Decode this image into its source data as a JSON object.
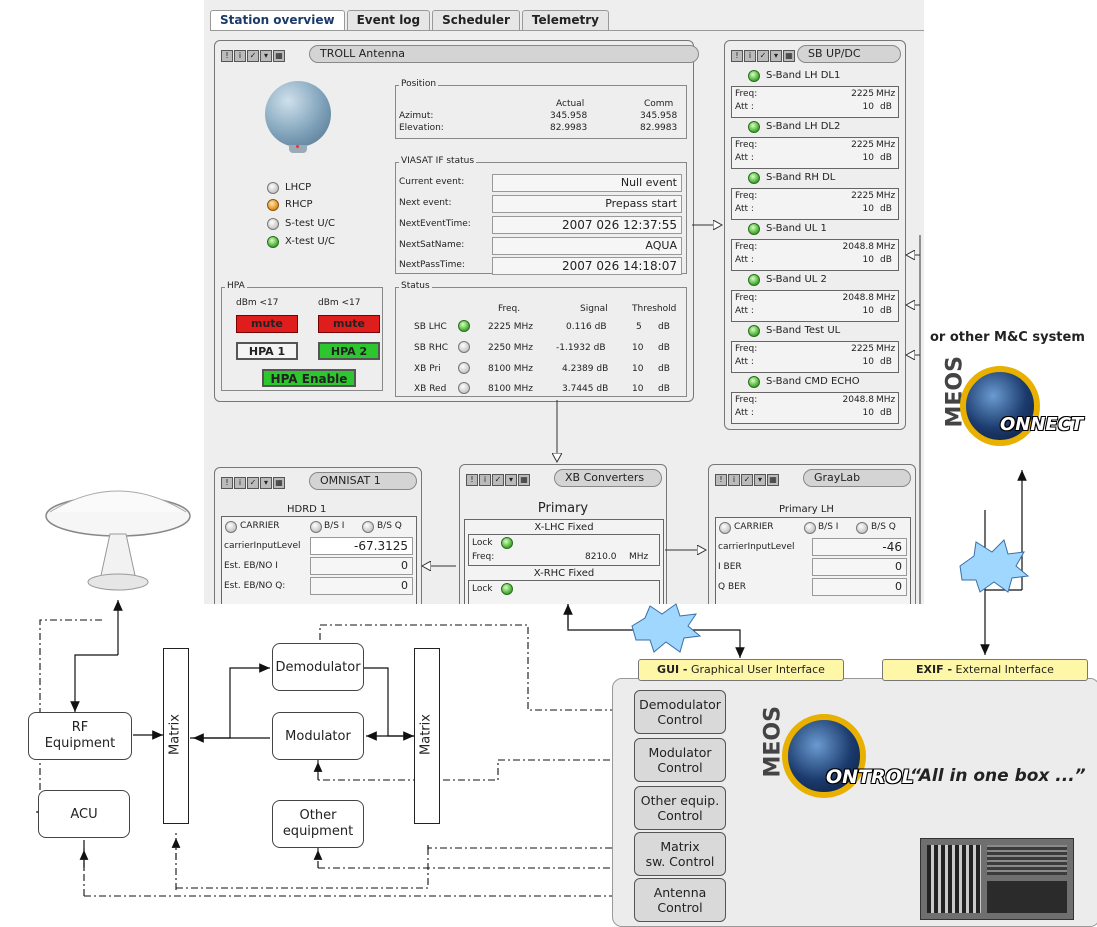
{
  "tabs": [
    "Station overview",
    "Event log",
    "Scheduler",
    "Telemetry"
  ],
  "troll": {
    "title": "TROLL Antenna",
    "leds": [
      "LHCP",
      "RHCP",
      "S-test U/C",
      "X-test U/C"
    ],
    "position": {
      "legend": "Position",
      "col_actual": "Actual",
      "col_comm": "Comm",
      "azimut_label": "Azimut:",
      "azimut_actual": "345.958",
      "azimut_comm": "345.958",
      "elevation_label": "Elevation:",
      "elevation_actual": "82.9983",
      "elevation_comm": "82.9983"
    },
    "viasat": {
      "legend": "VIASAT IF status",
      "rows": [
        {
          "label": "Current event:",
          "value": "Null event"
        },
        {
          "label": "Next event:",
          "value": "Prepass start"
        },
        {
          "label": "NextEventTime:",
          "value": "2007 026 12:37:55"
        },
        {
          "label": "NextSatName:",
          "value": "AQUA"
        },
        {
          "label": "NextPassTime:",
          "value": "2007 026 14:18:07"
        }
      ]
    },
    "hpa": {
      "legend": "HPA",
      "dbm1": "dBm <17",
      "dbm2": "dBm <17",
      "mute1": "mute",
      "mute2": "mute",
      "hpa1": "HPA 1",
      "hpa2": "HPA 2",
      "enable": "HPA Enable"
    },
    "status": {
      "legend": "Status",
      "h_freq": "Freq.",
      "h_signal": "Signal",
      "h_threshold": "Threshold",
      "rows": [
        {
          "name": "SB LHC",
          "freq": "2225 MHz",
          "signal": "0.116 dB",
          "thr": "5",
          "unit": "dB"
        },
        {
          "name": "SB RHC",
          "freq": "2250 MHz",
          "signal": "-1.1932 dB",
          "thr": "10",
          "unit": "dB"
        },
        {
          "name": "XB Pri",
          "freq": "8100 MHz",
          "signal": "4.2389 dB",
          "thr": "10",
          "unit": "dB"
        },
        {
          "name": "XB Red",
          "freq": "8100 MHz",
          "signal": "3.7445 dB",
          "thr": "10",
          "unit": "dB"
        }
      ]
    }
  },
  "sbupdc": {
    "title": "SB UP/DC",
    "freq_label": "Freq:",
    "att_label": "Att :",
    "mhz": "MHz",
    "db": "dB",
    "items": [
      {
        "name": "S-Band LH DL1",
        "freq": "2225",
        "att": "10"
      },
      {
        "name": "S-Band LH DL2",
        "freq": "2225",
        "att": "10"
      },
      {
        "name": "S-Band RH DL",
        "freq": "2225",
        "att": "10"
      },
      {
        "name": "S-Band UL 1",
        "freq": "2048.8",
        "att": "10"
      },
      {
        "name": "S-Band UL 2",
        "freq": "2048.8",
        "att": "10"
      },
      {
        "name": "S-Band Test UL",
        "freq": "2225",
        "att": "10"
      },
      {
        "name": "S-Band CMD ECHO",
        "freq": "2048.8",
        "att": "10"
      }
    ]
  },
  "omnisat": {
    "title": "OMNISAT 1",
    "subtitle": "HDRD 1",
    "carrier": "CARRIER",
    "bsi": "B/S I",
    "bsq": "B/S Q",
    "rows": [
      {
        "label": "carrierInputLevel",
        "value": "-67.3125"
      },
      {
        "label": "Est. EB/NO I",
        "value": "0"
      },
      {
        "label": "Est. EB/NO Q:",
        "value": "0"
      }
    ]
  },
  "xbconv": {
    "title": "XB Converters",
    "primary": "Primary",
    "lhc": "X-LHC Fixed",
    "rhc": "X-RHC Fixed",
    "lock": "Lock",
    "freq_label": "Freq:",
    "freq_value": "8210.0",
    "mhz": "MHz"
  },
  "graylab": {
    "title": "GrayLab",
    "primary": "Primary LH",
    "carrier": "CARRIER",
    "bsi": "B/S I",
    "bsq": "B/S Q",
    "rows": [
      {
        "label": "carrierInputLevel",
        "value": "-46"
      },
      {
        "label": "I BER",
        "value": "0"
      },
      {
        "label": "Q BER",
        "value": "0"
      }
    ]
  },
  "diagram": {
    "other_mc": "or other M&C system",
    "meos": "MEOS",
    "connect": "ONNECT",
    "control": "ONTROL",
    "gui_bold": "GUI -",
    "gui_rest": " Graphical User Interface",
    "exif_bold": "EXIF -",
    "exif_rest": " External Interface",
    "tagline": "“All in one box ...”",
    "rf": "RF\nEquipment",
    "acu": "ACU",
    "matrix1": "Matrix",
    "matrix2": "Matrix",
    "demod": "Demodulator",
    "mod": "Modulator",
    "other_eq": "Other\nequipment",
    "controls": [
      "Demodulator\nControl",
      "Modulator\nControl",
      "Other equip.\nControl",
      "Matrix\nsw. Control",
      "Antenna\nControl"
    ]
  },
  "colors": {
    "mute_red": "#e01d1d",
    "hpa_green": "#2ec62e",
    "gui_yellow": "#fff7a8",
    "control_gray": "#d9d9d9",
    "burst_blue": "#9fd7ff"
  }
}
